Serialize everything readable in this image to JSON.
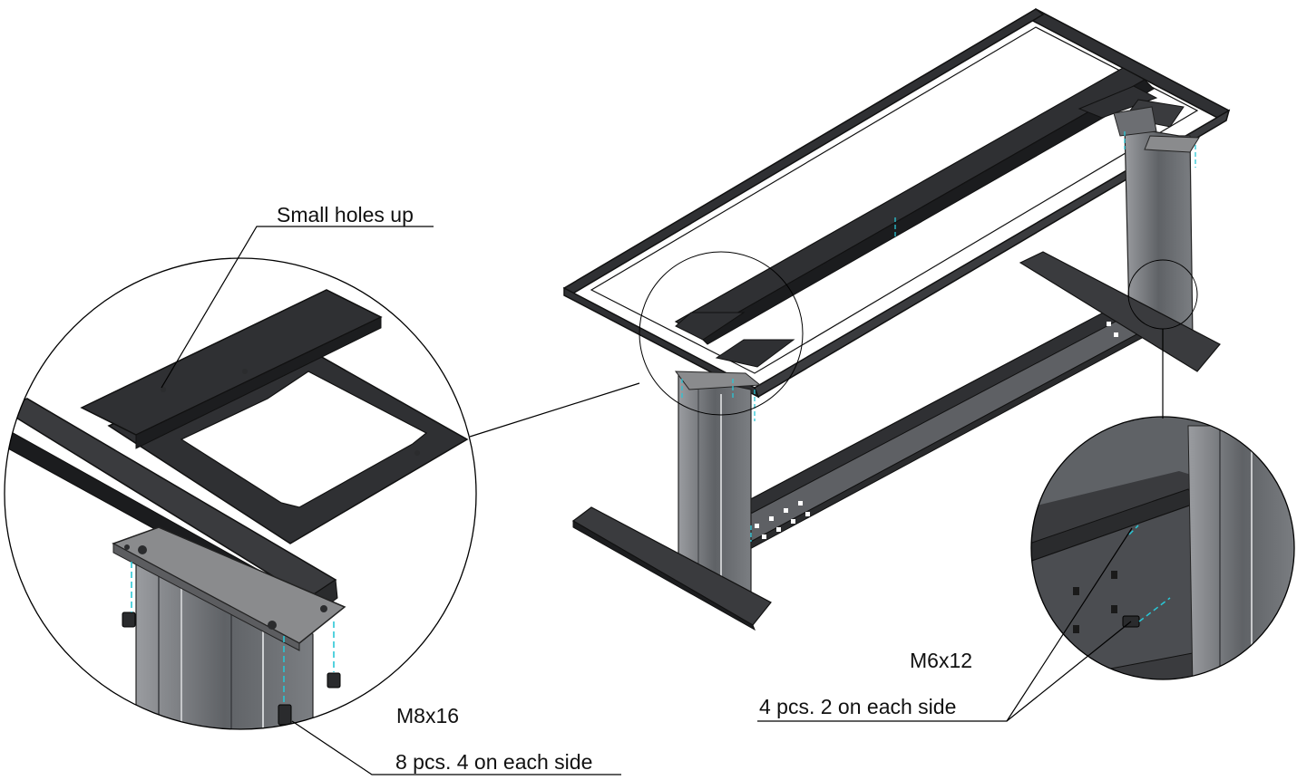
{
  "labels": {
    "small_holes": "Small holes up",
    "m8_bolt": "M8x16",
    "m8_qty": "8 pcs. 4 on each side",
    "m6_bolt": "M6x12",
    "m6_qty": "4 pcs. 2 on each side"
  },
  "colors": {
    "frame": "#2f3033",
    "frame_edge": "#111214",
    "leg": "#6f7276",
    "plate": "#8a8b8d",
    "dash": "#29c7d6",
    "line": "#000000"
  }
}
